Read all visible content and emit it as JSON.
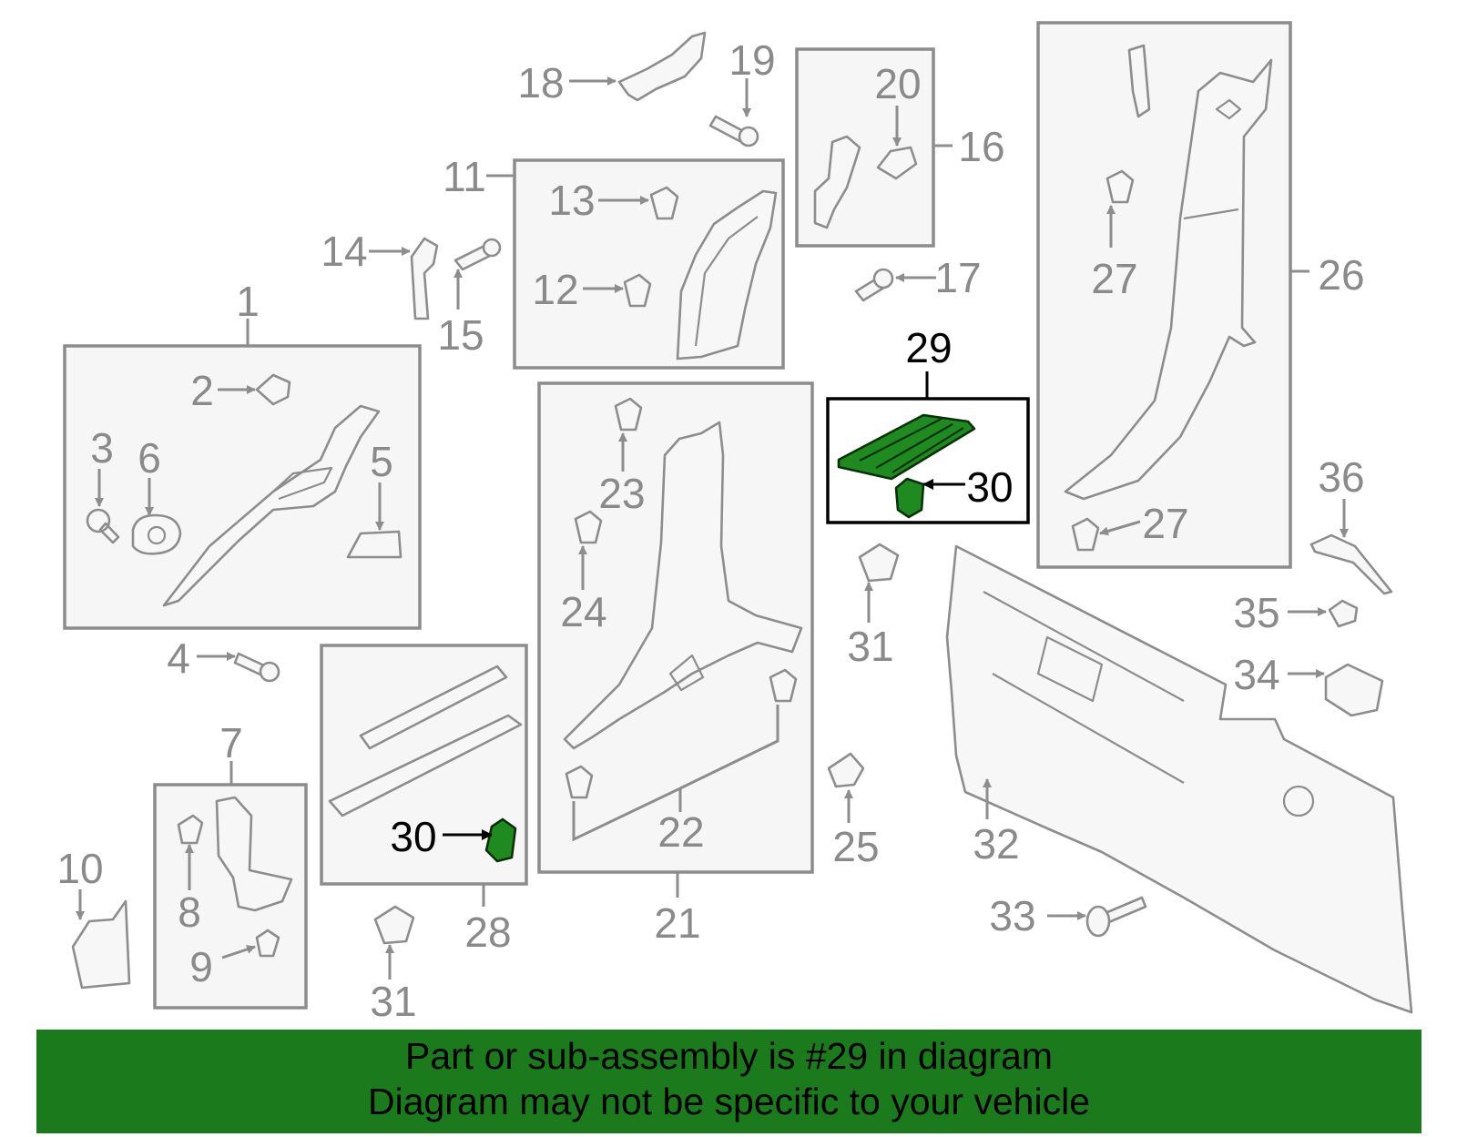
{
  "highlight_color": "#1b7a1b",
  "callouts": {
    "c1": "1",
    "c2": "2",
    "c3": "3",
    "c4": "4",
    "c5": "5",
    "c6": "6",
    "c7": "7",
    "c8": "8",
    "c9": "9",
    "c10": "10",
    "c11": "11",
    "c12": "12",
    "c13": "13",
    "c14": "14",
    "c15": "15",
    "c16": "16",
    "c17": "17",
    "c18": "18",
    "c19": "19",
    "c20": "20",
    "c21": "21",
    "c22": "22",
    "c23": "23",
    "c24": "24",
    "c25": "25",
    "c26": "26",
    "c27a": "27",
    "c27b": "27",
    "c28": "28",
    "c29": "29",
    "c30a": "30",
    "c30b": "30",
    "c31a": "31",
    "c31b": "31",
    "c32": "32",
    "c33": "33",
    "c34": "34",
    "c35": "35",
    "c36": "36"
  },
  "banner": {
    "line1": "Part or sub-assembly is #29 in diagram",
    "line2": "Diagram may not be specific to your vehicle"
  }
}
